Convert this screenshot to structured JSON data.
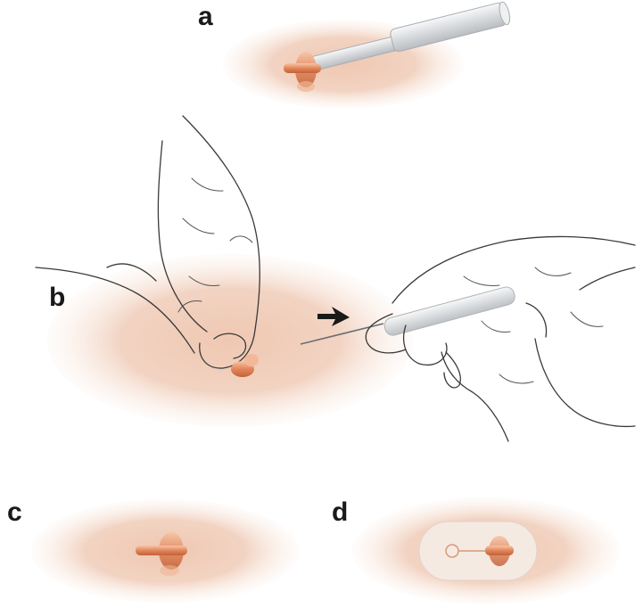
{
  "figure": {
    "panels": [
      {
        "id": "a",
        "label": "a"
      },
      {
        "id": "b",
        "label": "b"
      },
      {
        "id": "c",
        "label": "c"
      },
      {
        "id": "d",
        "label": "d"
      }
    ],
    "colors": {
      "skin": "#f0d2bf",
      "skin_edge": "#f7e6da",
      "device_copper": "#e2865a",
      "device_copper_light": "#f3b899",
      "applicator": "#e4e6e8",
      "dressing": "#f6ede6"
    },
    "icons": [
      "finger-icon",
      "hand-icon",
      "needle-icon",
      "arrow-icon",
      "applicator-icon",
      "dressing-icon"
    ]
  }
}
